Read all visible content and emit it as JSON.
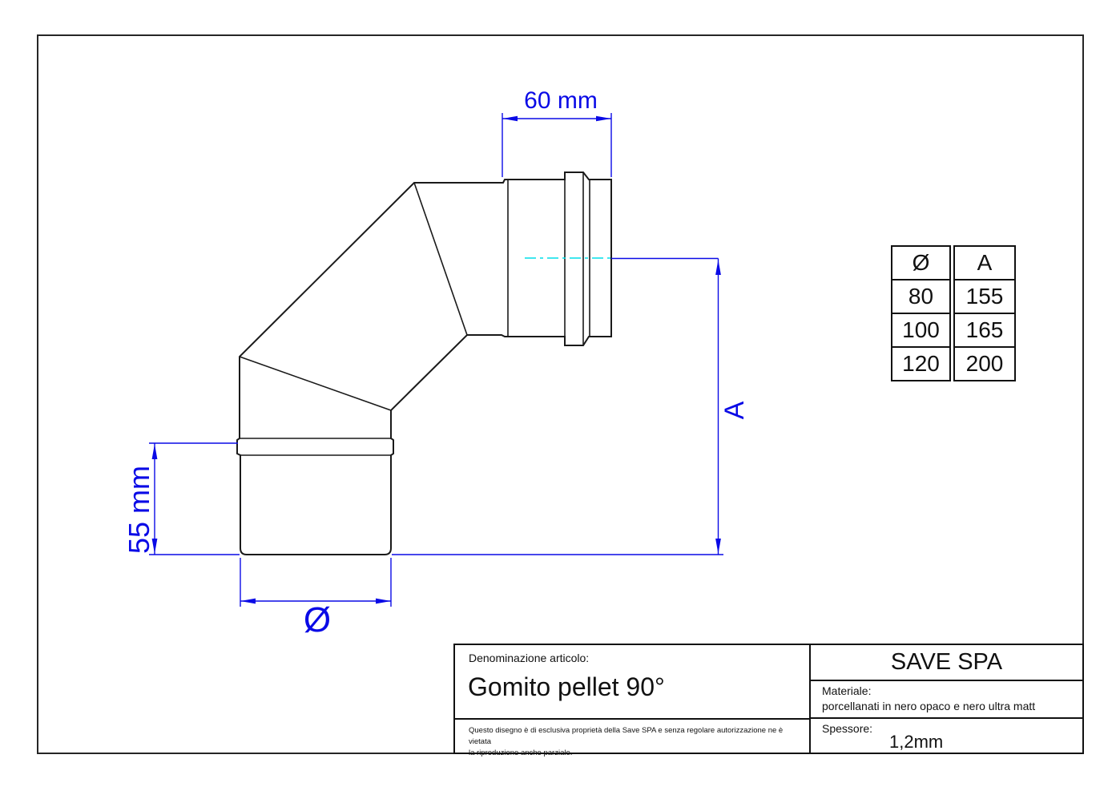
{
  "colors": {
    "dimension_blue": "#0a0ae6",
    "centerline_cyan": "#00dfe8",
    "line_black": "#1a1a1a"
  },
  "dimensions": {
    "top_width": "60 mm",
    "left_height": "55 mm",
    "diameter_label": "Ø",
    "height_label": "A"
  },
  "size_table": {
    "columns": [
      "Ø",
      "A"
    ],
    "rows": [
      [
        "80",
        "155"
      ],
      [
        "100",
        "165"
      ],
      [
        "120",
        "200"
      ]
    ]
  },
  "title_block": {
    "denomination_label": "Denominazione articolo:",
    "article_name": "Gomito pellet 90°",
    "company": "SAVE SPA",
    "material_label": "Materiale:",
    "material_value": "porcellanati in nero opaco e nero ultra matt",
    "thickness_label": "Spessore:",
    "thickness_value": "1,2mm",
    "copyright_line1": "Questo disegno è di esclusiva proprietà della Save SPA e senza regolare autorizzazione ne è vietata",
    "copyright_line2": "la riproduzione anche parziale."
  }
}
